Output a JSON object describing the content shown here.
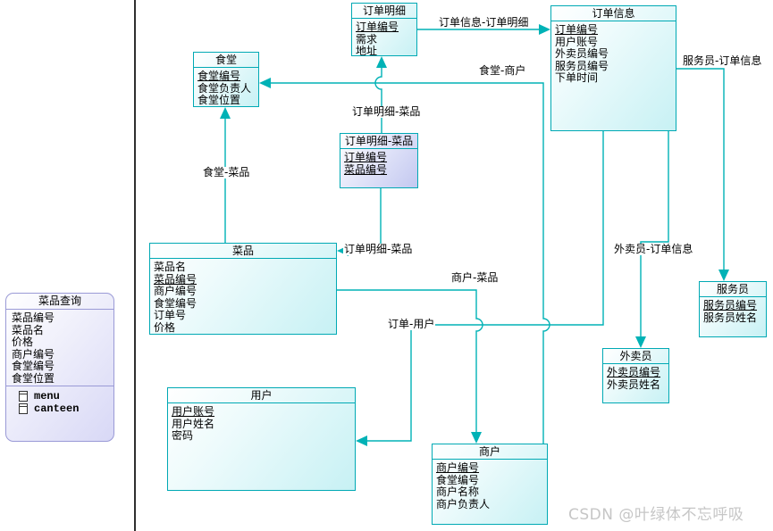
{
  "colors": {
    "connector": "#00b2b6",
    "entity_border": "#00a9b4",
    "entity_fill": "#c7f1f4",
    "assoc_fill": "#c3c8f0",
    "view_border": "#9a9ad6",
    "view_fill": "#d8d8f6",
    "divider": "#2f2f2f",
    "watermark": "#c6c6c6"
  },
  "entities": {
    "order_detail": {
      "title": "订单明细",
      "fields": [
        "订单编号",
        "需求",
        "地址"
      ]
    },
    "order_info": {
      "title": "订单信息",
      "fields": [
        "订单编号",
        "用户账号",
        "外卖员编号",
        "服务员编号",
        "下单时间"
      ]
    },
    "canteen": {
      "title": "食堂",
      "fields": [
        "食堂编号",
        "食堂负责人",
        "食堂位置"
      ]
    },
    "order_detail_dish": {
      "title": "订单明细-菜品",
      "fields": [
        "订单编号",
        "菜品编号"
      ]
    },
    "dish": {
      "title": "菜品",
      "fields": [
        "菜品名",
        "菜品编号",
        "商户编号",
        "食堂编号",
        "订单号",
        "价格"
      ]
    },
    "dish_query": {
      "title": "菜品查询",
      "fields": [
        "菜品编号",
        "菜品名",
        "价格",
        "商户编号",
        "食堂编号",
        "食堂位置"
      ],
      "items": [
        "menu",
        "canteen"
      ]
    },
    "user": {
      "title": "用户",
      "fields": [
        "用户账号",
        "用户姓名",
        "密码"
      ]
    },
    "merchant": {
      "title": "商户",
      "fields": [
        "商户编号",
        "食堂编号",
        "商户名称",
        "商户负责人"
      ]
    },
    "courier": {
      "title": "外卖员",
      "fields": [
        "外卖员编号",
        "外卖员姓名"
      ]
    },
    "waiter": {
      "title": "服务员",
      "fields": [
        "服务员编号",
        "服务员姓名"
      ]
    }
  },
  "relations": {
    "order_info_order_detail": "订单信息-订单明细",
    "waiter_order_info": "服务员-订单信息",
    "canteen_merchant": "食堂-商户",
    "order_detail_dish_upper": "订单明细-菜品",
    "order_detail_dish_lower": "订单明细-菜品",
    "canteen_dish": "食堂-菜品",
    "merchant_dish": "商户-菜品",
    "order_user": "订单-用户",
    "courier_order_info": "外卖员-订单信息"
  },
  "watermark": "CSDN @叶绿体不忘呼吸"
}
